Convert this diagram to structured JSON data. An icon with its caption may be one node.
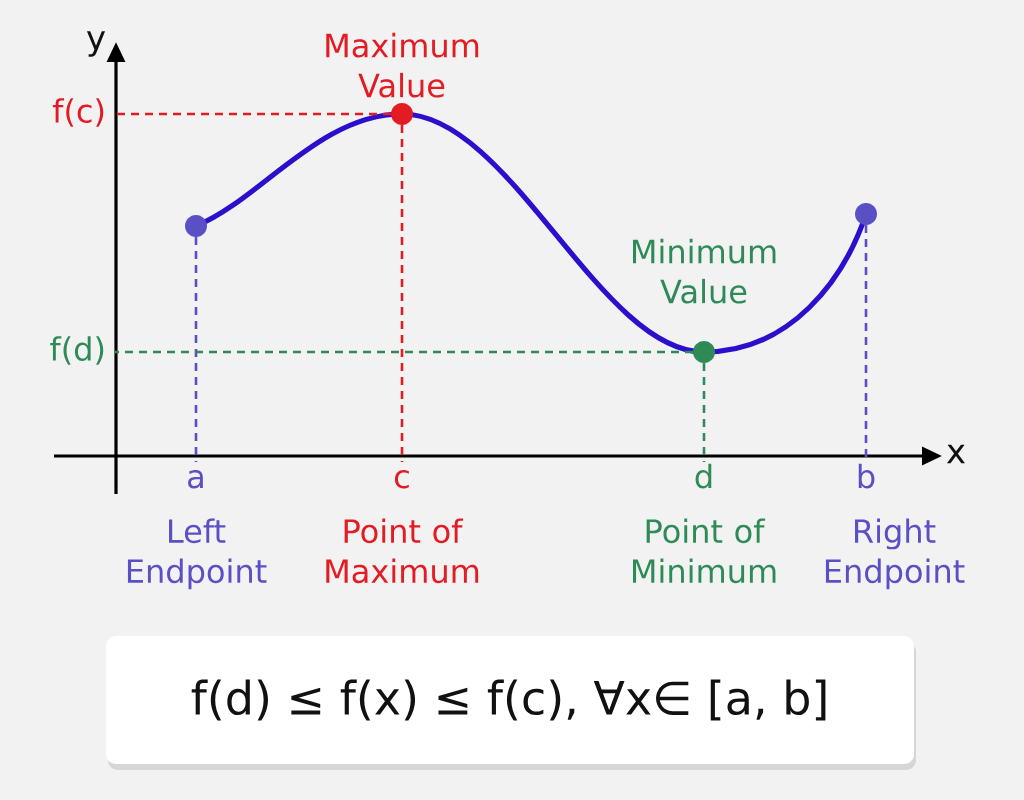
{
  "diagram": {
    "nodes": [
      {
        "text": [],
        "shape": "circle",
        "beside": [
          "Maximum Value"
        ]
      },
      {
        "text": [
          "f(c)"
        ]
      },
      {
        "text": [],
        "shape": "circle"
      },
      {
        "text": [],
        "shape": "circle"
      },
      {
        "text": [],
        "shape": "circle",
        "beside": [
          "Minimum Value"
        ]
      },
      {
        "text": [
          "f(d)"
        ]
      },
      {
        "text": [
          "a"
        ],
        "beside": [
          "Left Endpoint"
        ]
      },
      {
        "text": [
          "c"
        ],
        "beside": [
          "Point of Maximum"
        ]
      },
      {
        "text": [
          "d"
        ],
        "beside": [
          "Point of Minimum"
        ]
      },
      {
        "text": [
          "b"
        ],
        "beside": [
          "Right Endpoint"
        ]
      },
      {
        "text": [
          "f(d) ≤ f(x) ≤ f(c), ∀x∈ [a, b]"
        ]
      }
    ],
    "edges": [
      {
        "from": 0,
        "to": 1,
        "arrow": "none",
        "style": "dashed",
        "color": "#e31c23"
      },
      {
        "from": 0,
        "to": 7,
        "arrow": "none",
        "style": "dashed",
        "color": "#e31c23"
      },
      {
        "from": 2,
        "to": 6,
        "arrow": "none",
        "style": "dashed",
        "color": "#5a4fc4"
      },
      {
        "from": 3,
        "to": 9,
        "arrow": "none",
        "style": "dashed",
        "color": "#5a4fc4"
      },
      {
        "from": 4,
        "to": 5,
        "arrow": "none",
        "style": "dashed",
        "color": "#2e8b57"
      },
      {
        "from": 4,
        "to": 8,
        "arrow": "none",
        "style": "dashed",
        "color": "#2e8b57"
      }
    ],
    "labels": [
      "y",
      "x"
    ]
  }
}
